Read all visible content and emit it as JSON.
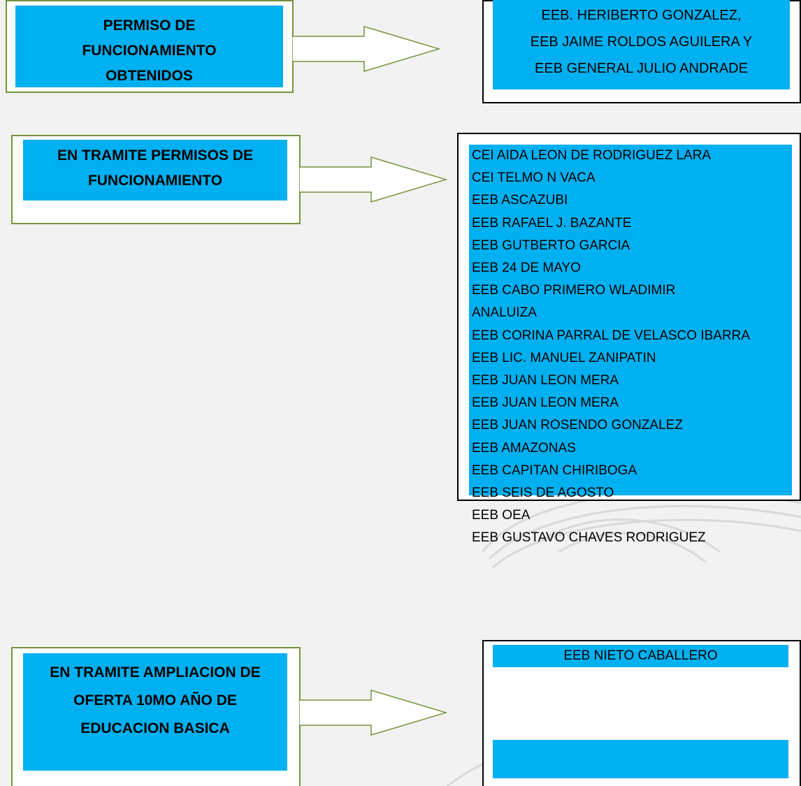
{
  "colors": {
    "accent": "#00b0f0",
    "frame_green": "#76923c",
    "frame_black": "#000000",
    "background": "#f2f2f2"
  },
  "rows": [
    {
      "label_lines": [
        "PERMISO DE",
        "FUNCIONAMIENTO",
        "OBTENIDOS"
      ],
      "destination": [
        "EEB. HERIBERTO GONZALEZ,",
        "EEB JAIME ROLDOS AGUILERA Y",
        "EEB GENERAL JULIO ANDRADE"
      ]
    },
    {
      "label_lines": [
        "EN TRAMITE  PERMISOS DE",
        "FUNCIONAMIENTO"
      ],
      "destination": [
        "CEI AIDA LEON DE RODRIGUEZ LARA",
        "CEI TELMO N VACA",
        "EEB ASCAZUBI",
        "EEB RAFAEL J. BAZANTE",
        "EEB GUTBERTO GARCIA",
        "EEB 24 DE MAYO",
        "EEB CABO PRIMERO WLADIMIR",
        "ANALUIZA",
        "EEB CORINA PARRAL DE VELASCO IBARRA",
        "EEB LIC. MANUEL ZANIPATIN",
        "EEB JUAN LEON MERA",
        "EEB JUAN LEON MERA",
        "EEB JUAN ROSENDO GONZALEZ",
        "EEB AMAZONAS",
        "EEB CAPITAN CHIRIBOGA",
        "EEB SEIS DE AGOSTO",
        "EEB OEA",
        "EEB GUSTAVO CHAVES RODRIGUEZ"
      ]
    },
    {
      "label_lines": [
        "EN TRAMITE  AMPLIACION DE",
        "OFERTA 10MO AÑO DE",
        "EDUCACION BASICA"
      ],
      "destination": [
        "EEB NIETO CABALLERO"
      ]
    }
  ]
}
